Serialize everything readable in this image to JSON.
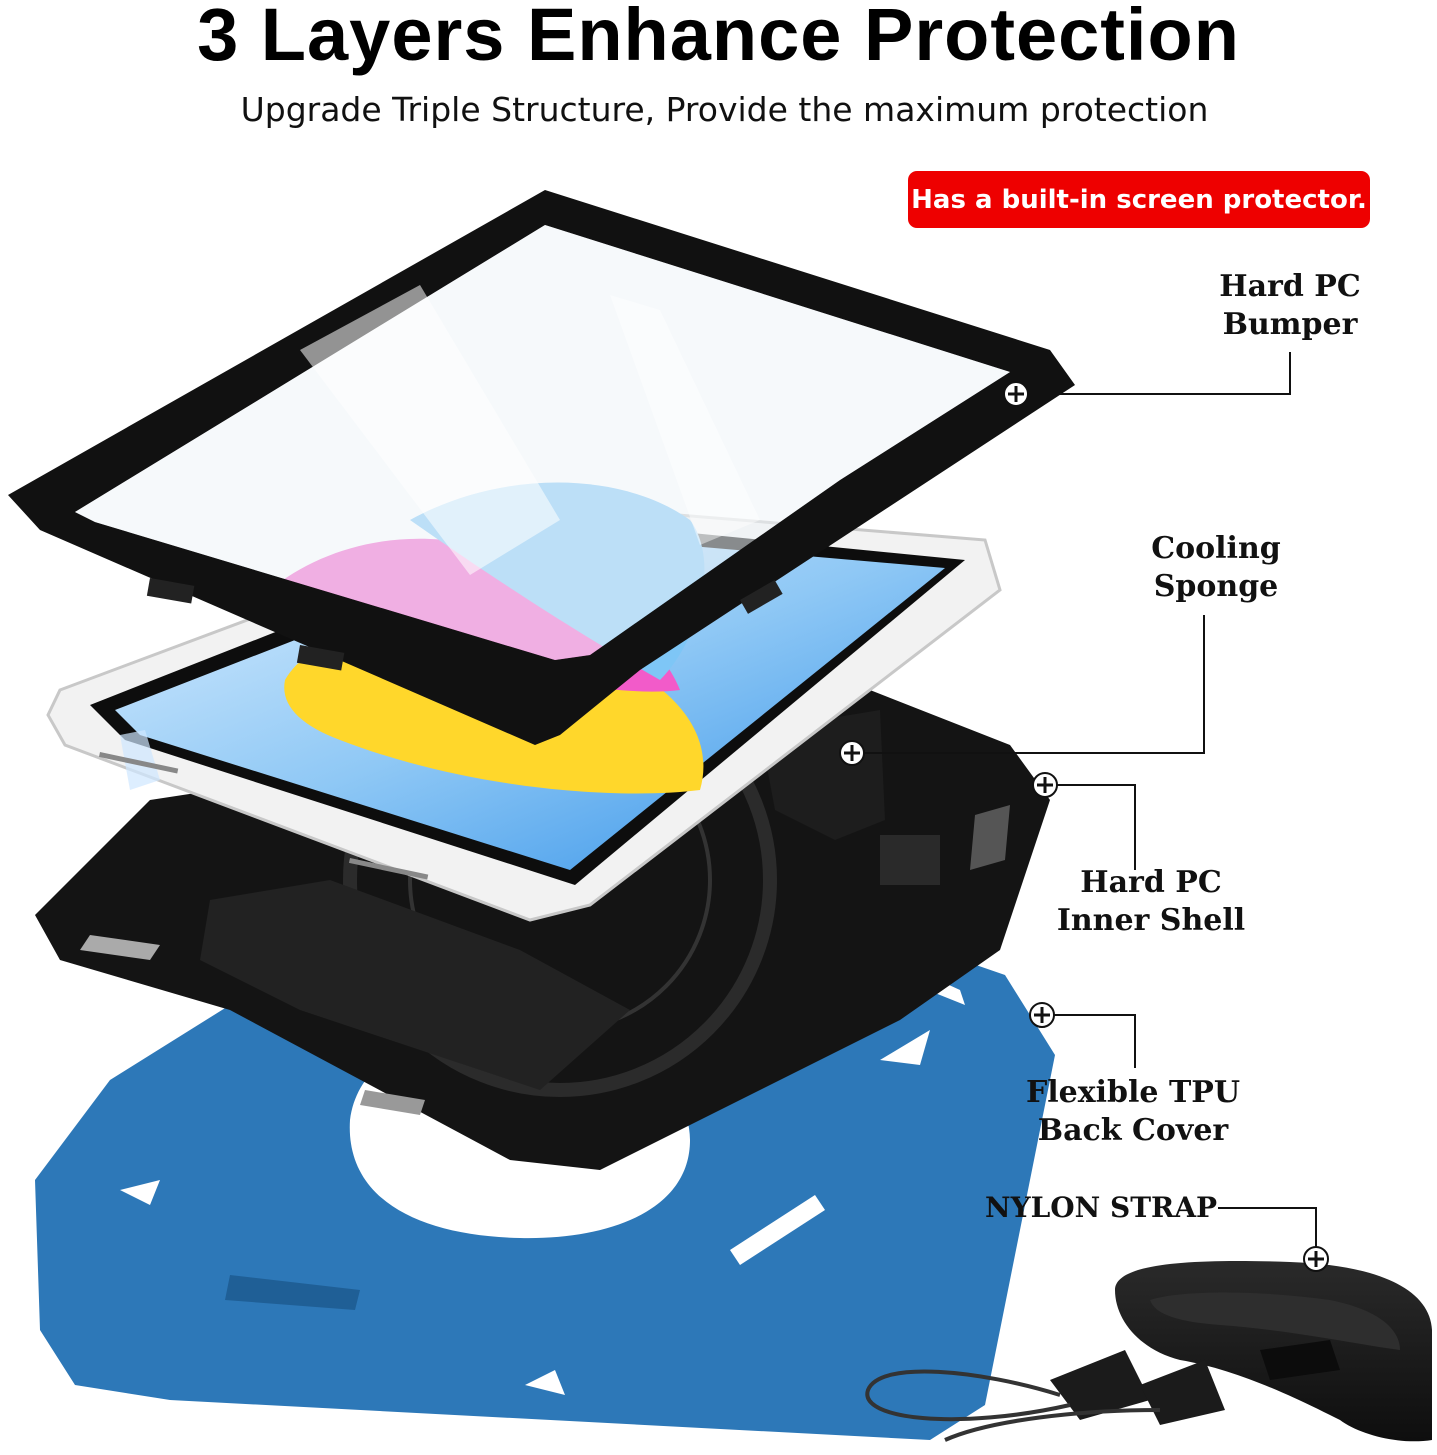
{
  "header": {
    "title": "3 Layers Enhance Protection",
    "subtitle": "Upgrade Triple Structure, Provide the maximum protection"
  },
  "badge": {
    "text": "Has a built-in screen protector.",
    "color": "#ee0000"
  },
  "callouts": {
    "bumper": [
      "Hard PC",
      "Bumper"
    ],
    "sponge": [
      "Cooling",
      "Sponge"
    ],
    "inner_shell": [
      "Hard PC",
      "Inner Shell"
    ],
    "back_cover": [
      "Flexible TPU",
      "Back Cover"
    ],
    "strap": "NYLON STRAP"
  },
  "colors": {
    "bumper": "#111111",
    "inner_shell": "#141414",
    "back_cover": "#2d78b8",
    "strap": "#1a1a1a",
    "callout_marker": "plus-circle-icon"
  }
}
